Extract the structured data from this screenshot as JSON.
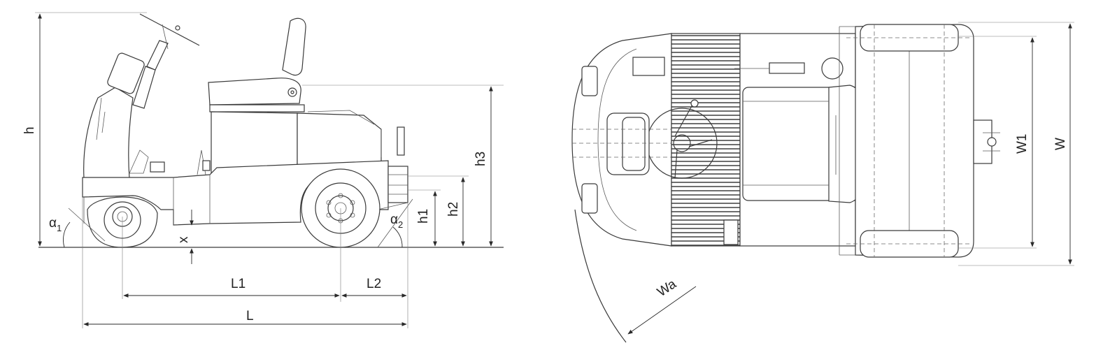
{
  "labels": {
    "h": "h",
    "h1": "h1",
    "h2": "h2",
    "h3": "h3",
    "x": "x",
    "L": "L",
    "L1": "L1",
    "L2": "L2",
    "alpha1_symbol": "α",
    "alpha1_sub": "1",
    "alpha2_symbol": "α",
    "alpha2_sub": "2",
    "W": "W",
    "W1": "W1",
    "Wa": "Wa"
  }
}
